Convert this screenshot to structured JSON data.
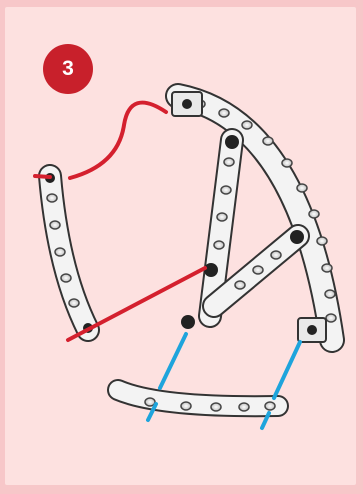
{
  "step": {
    "number": "3"
  },
  "colors": {
    "background": "#f7c7c9",
    "panel": "#fde1e0",
    "badge": "#c8202b",
    "red_guide": "#d4202e",
    "blue_guide": "#1ea4dc",
    "part_fill": "#f3f3f3",
    "part_outline": "#333333"
  },
  "icons": {
    "red_lines": "red-dashed-guide-lines",
    "blue_lines": "blue-dashed-guide-lines"
  }
}
